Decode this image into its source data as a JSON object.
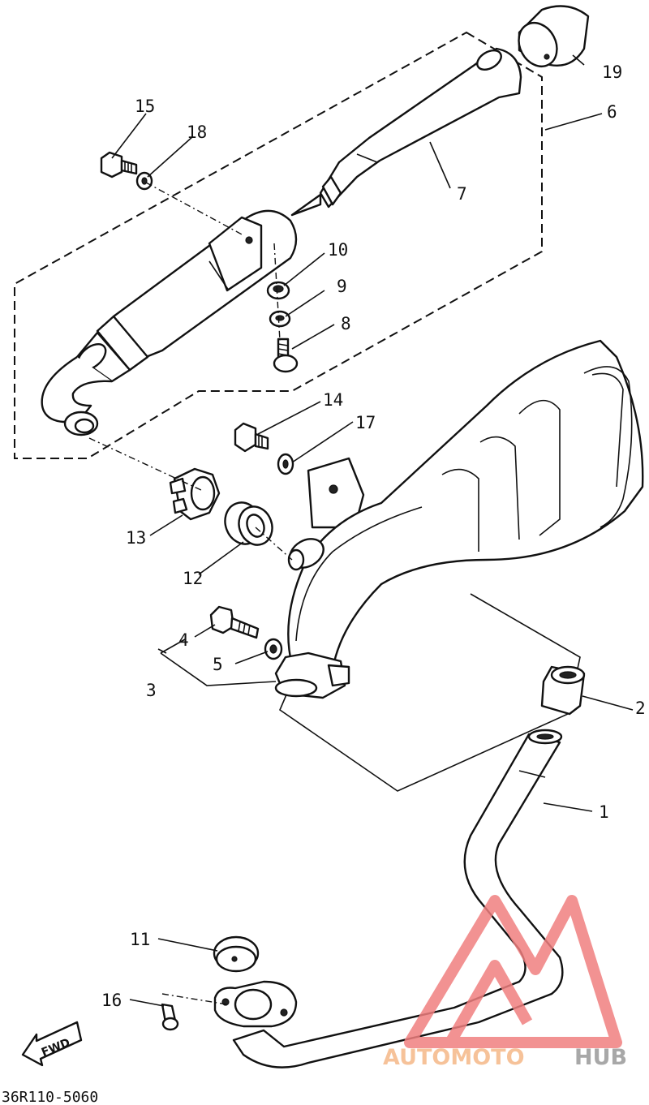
{
  "callouts": {
    "c1": "1",
    "c2": "2",
    "c3": "3",
    "c4": "4",
    "c5": "5",
    "c6": "6",
    "c7": "7",
    "c8": "8",
    "c9": "9",
    "c10": "10",
    "c11": "11",
    "c12": "12",
    "c13": "13",
    "c14": "14",
    "c15": "15",
    "c16": "16",
    "c17": "17",
    "c18": "18",
    "c19": "19"
  },
  "fwd_label": "FWD",
  "diagram_code": "36R110-5060",
  "watermark": {
    "part1": "AUTOMOTO",
    "part2": "HUB",
    "color1": "#f5b888",
    "color2": "#9a9a9a",
    "logo_color": "#f07f7f"
  }
}
